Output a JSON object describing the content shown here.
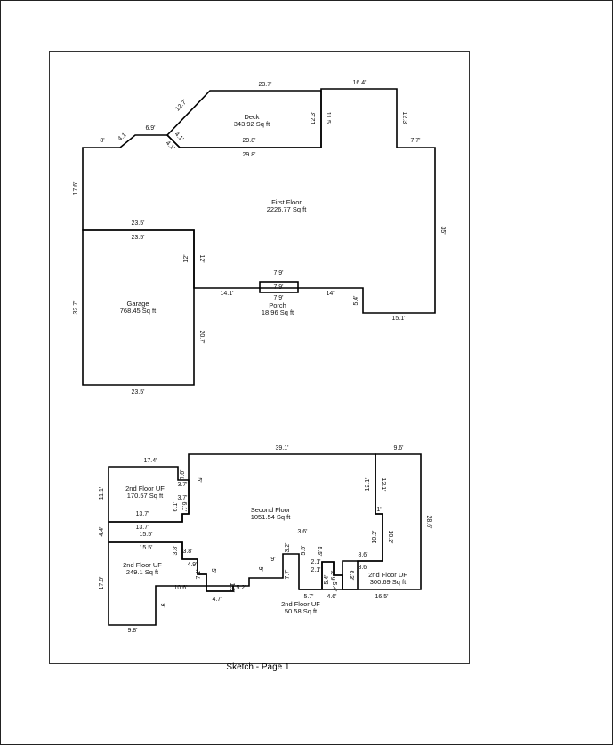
{
  "caption": "Sketch - Page 1",
  "areas": {
    "deck": [
      "Deck",
      "343.92 Sq ft"
    ],
    "first_floor": [
      "First Floor",
      "2226.77 Sq ft"
    ],
    "garage": [
      "Garage",
      "768.45 Sq ft"
    ],
    "porch": [
      "Porch",
      "18.96 Sq ft"
    ],
    "second_floor": [
      "Second Floor",
      "1051.54 Sq ft"
    ],
    "uf_a": [
      "2nd Floor UF",
      "170.57 Sq ft"
    ],
    "uf_b": [
      "2nd Floor UF",
      "249.1 Sq ft"
    ],
    "uf_c": [
      "2nd Floor UF",
      "50.58 Sq ft"
    ],
    "uf_d": [
      "2nd Floor UF",
      "300.69 Sq ft"
    ]
  },
  "dims": {
    "d1": "23.7'",
    "d2": "16.4'",
    "d3": "12.7'",
    "d4": "6.9'",
    "d5": "4.1'",
    "d6": "8'",
    "d7": "4.1'",
    "d8": "4.1'",
    "d9": "12.3'",
    "d10": "11.5'",
    "d11": "29.8'",
    "d12": "29.8'",
    "d13": "12.3'",
    "d14": "7.7'",
    "d15": "17.6'",
    "d16": "35'",
    "d17": "23.5'",
    "d18": "23.5'",
    "d19": "12'",
    "d20": "12'",
    "d21": "7.9'",
    "d22": "7.9'",
    "d23": "7.9'",
    "d24": "14.1'",
    "d25": "14'",
    "d26": "5.4'",
    "d27": "15.1'",
    "d28": "32.7'",
    "d29": "20.7'",
    "d30": "23.5'",
    "s1": "39.1'",
    "s2": "9.6'",
    "s3": "17.4'",
    "s4": "7.6'",
    "s5": "5'",
    "s6": "3.7'",
    "s7": "3.7'",
    "s8": "11.1'",
    "s9": "6.1'",
    "s10": "6.1'",
    "s11": "13.7'",
    "s12": "13.7'",
    "s13": "4.4'",
    "s14": "15.5'",
    "s15": "15.5'",
    "s16": "3.8'",
    "s17": "3.8'",
    "s18": "4.9'",
    "s19": "17.8'",
    "s20": "7.1'",
    "s21": "10.6'",
    "s22": "5'",
    "s23": "9'",
    "s24": "4.7'",
    "s25": "1.5'",
    "s26": "5.2'",
    "s27": "9.8'",
    "s28": "9'",
    "s29": "3.2'",
    "s30": "9'",
    "s31": "7.7'",
    "s32": "3.6'",
    "s33": "5.5'",
    "s34": "5.5'",
    "s35": "2.1'",
    "s36": "2.1'",
    "s37": "5.4'",
    "s38": "6.3'",
    "s39": "6.3'",
    "s40": "5.4'",
    "s41": "5.7'",
    "s42": "4.6'",
    "s43": "16.5'",
    "s44": "12.1'",
    "s45": "12.1'",
    "s46": "1'",
    "s47": "10.2'",
    "s48": "10.2'",
    "s49": "8.6'",
    "s50": "8.6'",
    "s51": "28.6'"
  }
}
